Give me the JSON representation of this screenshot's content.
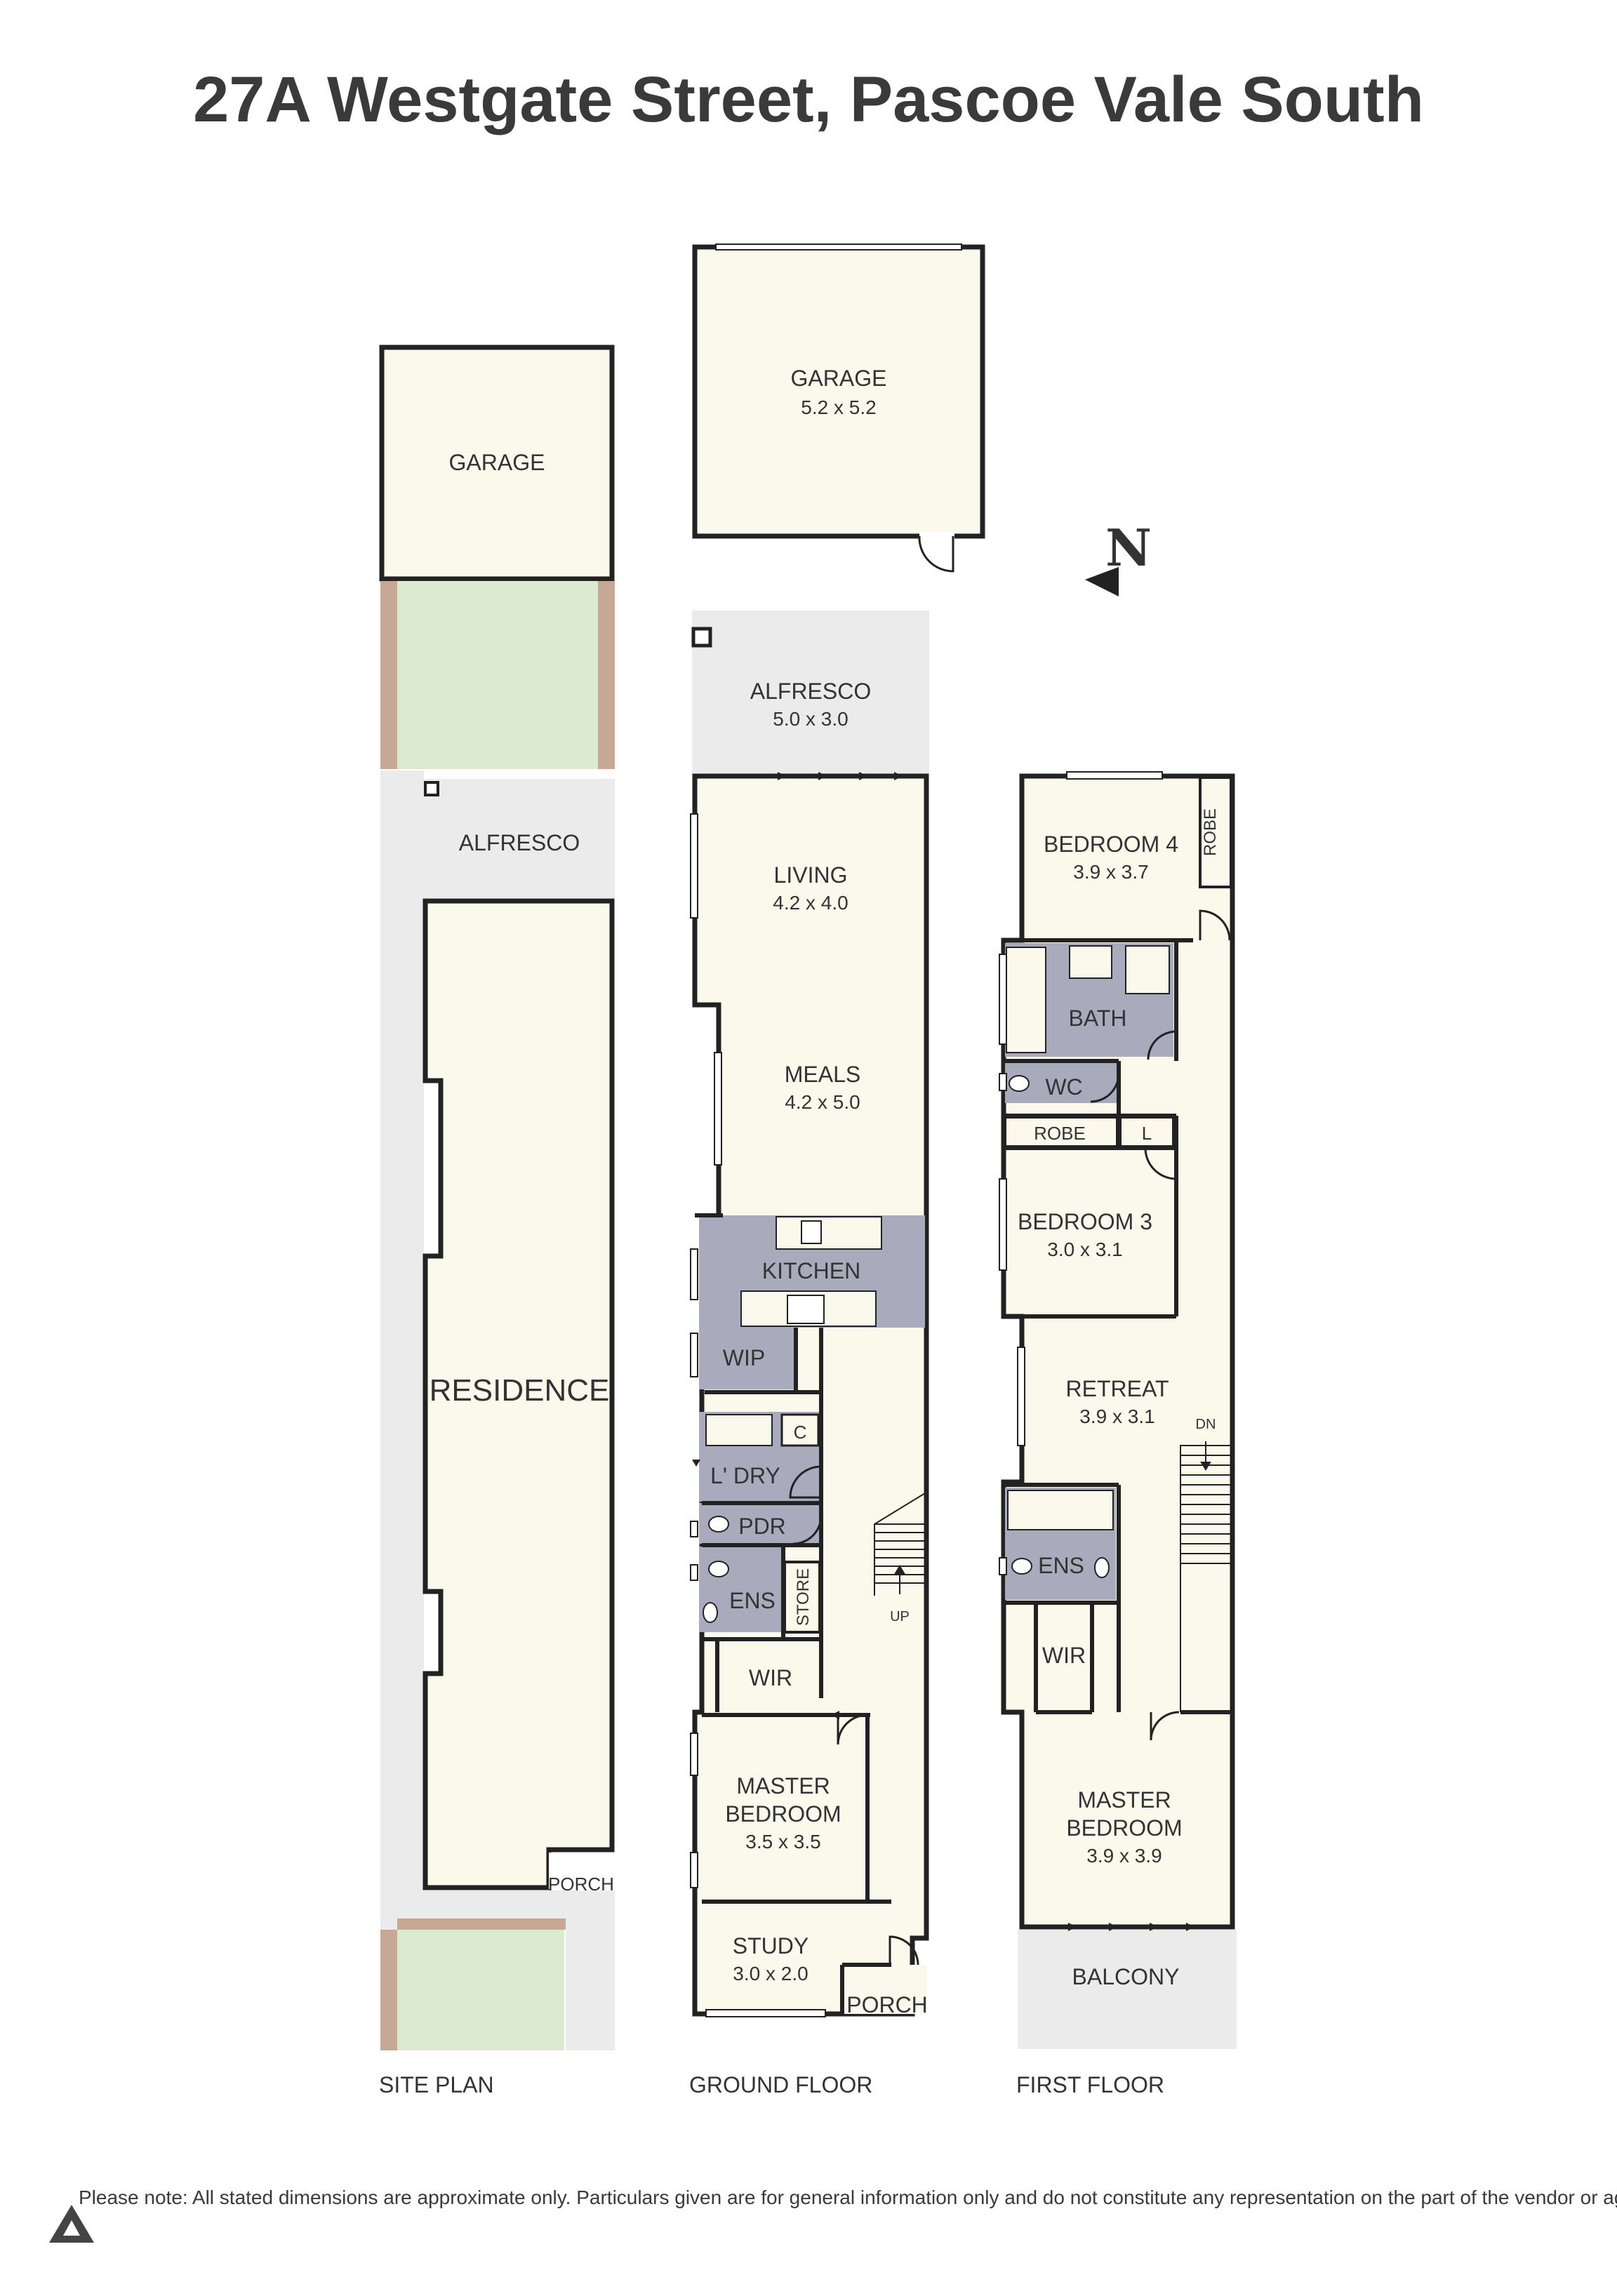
{
  "title": "27A Westgate Street, Pascoe Vale South",
  "disclaimer": "Please note: All stated dimensions are approximate only. Particulars given are for general information only and do not constitute any representation on the part of the vendor or agent.",
  "compass": "N",
  "colors": {
    "room_fill": "#fbf8ec",
    "wet_area": "#a9abbd",
    "outdoor": "#ebebeb",
    "lawn": "#dcebd0",
    "fence": "#c6a894",
    "wall": "#222222"
  },
  "site_plan": {
    "caption": "SITE PLAN",
    "garage": "GARAGE",
    "alfresco": "ALFRESCO",
    "residence": "RESIDENCE",
    "porch": "PORCH"
  },
  "ground_floor": {
    "caption": "GROUND FLOOR",
    "garage": {
      "name": "GARAGE",
      "size": "5.2 x 5.2"
    },
    "alfresco": {
      "name": "ALFRESCO",
      "size": "5.0 x 3.0"
    },
    "living": {
      "name": "LIVING",
      "size": "4.2 x 4.0"
    },
    "meals": {
      "name": "MEALS",
      "size": "4.2 x 5.0"
    },
    "kitchen": "KITCHEN",
    "wip": "WIP",
    "laundry": "L' DRY",
    "cupboard": "C",
    "pdr": "PDR",
    "ens": "ENS",
    "store": "STORE",
    "wir": "WIR",
    "up": "UP",
    "master": {
      "name1": "MASTER",
      "name2": "BEDROOM",
      "size": "3.5 x 3.5"
    },
    "study": {
      "name": "STUDY",
      "size": "3.0 x 2.0"
    },
    "porch": "PORCH"
  },
  "first_floor": {
    "caption": "FIRST FLOOR",
    "bed4": {
      "name": "BEDROOM 4",
      "size": "3.9 x 3.7"
    },
    "robe_v": "ROBE",
    "bath": "BATH",
    "wc": "WC",
    "robe": "ROBE",
    "linen": "L",
    "bed3": {
      "name": "BEDROOM 3",
      "size": "3.0 x 3.1"
    },
    "retreat": {
      "name": "RETREAT",
      "size": "3.9 x 3.1"
    },
    "dn": "DN",
    "ens": "ENS",
    "wir": "WIR",
    "master": {
      "name1": "MASTER",
      "name2": "BEDROOM",
      "size": "3.9 x 3.9"
    },
    "balcony": "BALCONY"
  }
}
